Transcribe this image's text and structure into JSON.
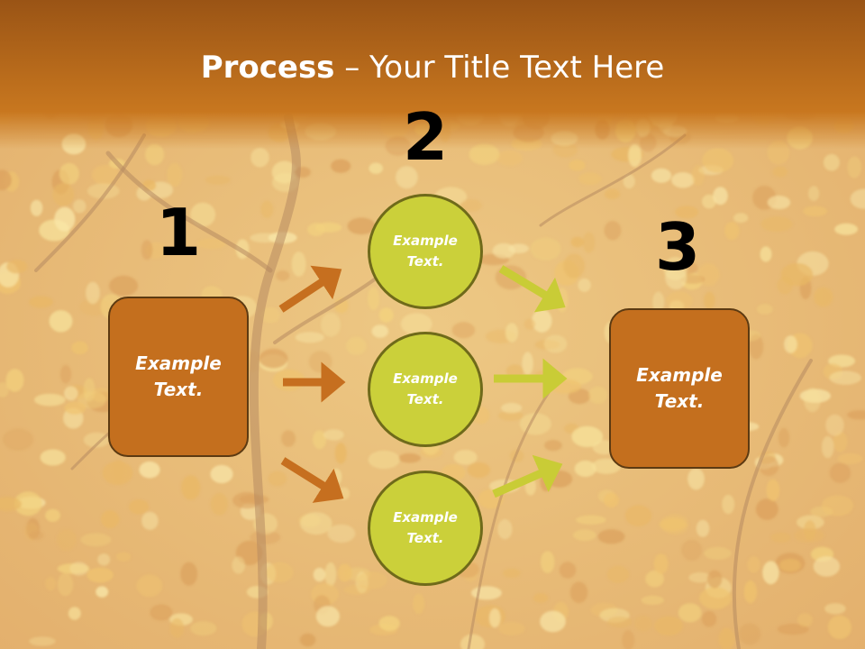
{
  "title": {
    "bold_part": "Process",
    "rest": " – Your Title Text Here"
  },
  "steps": {
    "num1": "1",
    "num2": "2",
    "num3": "3"
  },
  "left_box": {
    "label": "Example\nText."
  },
  "right_box": {
    "label": "Example\nText."
  },
  "circles": [
    {
      "label": "Example\nText."
    },
    {
      "label": "Example\nText."
    },
    {
      "label": "Example\nText."
    }
  ],
  "colors": {
    "header_orange": "#c8771f",
    "box_fill": "#c46f1e",
    "circle_fill": "#cbd03a",
    "arrow_orange": "#c66f1f",
    "arrow_yellow": "#c9cc36"
  }
}
